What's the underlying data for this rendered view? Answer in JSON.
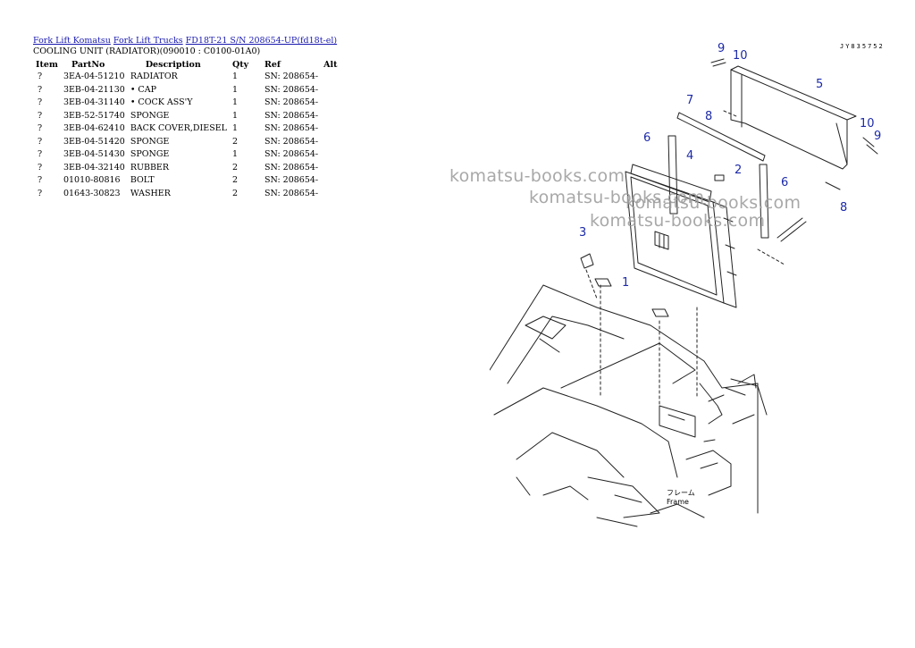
{
  "breadcrumbs": [
    {
      "label": "Fork Lift Komatsu"
    },
    {
      "label": "Fork Lift Trucks"
    },
    {
      "label": "FD18T-21 S/N 208654-UP(fd18t-el)"
    }
  ],
  "subtitle": "COOLING UNIT (RADIATOR)(090010 : C0100-01A0)",
  "table": {
    "headers": [
      "Item",
      "PartNo",
      "Description",
      "Qty",
      "Ref",
      "Alt"
    ],
    "rows": [
      {
        "item": "?",
        "part": "3EA-04-51210",
        "desc": "RADIATOR",
        "qty": "1",
        "ref": "SN: 208654-",
        "alt": ""
      },
      {
        "item": "?",
        "part": "3EB-04-21130",
        "desc": "• CAP",
        "qty": "1",
        "ref": "SN: 208654-",
        "alt": ""
      },
      {
        "item": "?",
        "part": "3EB-04-31140",
        "desc": "• COCK ASS'Y",
        "qty": "1",
        "ref": "SN: 208654-",
        "alt": ""
      },
      {
        "item": "?",
        "part": "3EB-52-51740",
        "desc": "SPONGE",
        "qty": "1",
        "ref": "SN: 208654-",
        "alt": ""
      },
      {
        "item": "?",
        "part": "3EB-04-62410",
        "desc": "BACK COVER,DIESEL",
        "qty": "1",
        "ref": "SN: 208654-",
        "alt": ""
      },
      {
        "item": "?",
        "part": "3EB-04-51420",
        "desc": "SPONGE",
        "qty": "2",
        "ref": "SN: 208654-",
        "alt": ""
      },
      {
        "item": "?",
        "part": "3EB-04-51430",
        "desc": "SPONGE",
        "qty": "1",
        "ref": "SN: 208654-",
        "alt": ""
      },
      {
        "item": "?",
        "part": "3EB-04-32140",
        "desc": "RUBBER",
        "qty": "2",
        "ref": "SN: 208654-",
        "alt": ""
      },
      {
        "item": "?",
        "part": "01010-80816",
        "desc": "BOLT",
        "qty": "2",
        "ref": "SN: 208654-",
        "alt": ""
      },
      {
        "item": "?",
        "part": "01643-30823",
        "desc": "WASHER",
        "qty": "2",
        "ref": "SN: 208654-",
        "alt": ""
      }
    ]
  },
  "diagram": {
    "code": "JY835752",
    "frame_label_1": "フレーム",
    "frame_label_2": "Frame",
    "callouts": [
      "9",
      "10",
      "5",
      "7",
      "8",
      "10",
      "9",
      "6",
      "4",
      "2",
      "6",
      "8",
      "3",
      "1"
    ],
    "callout_color": "#1c2aa8",
    "line_color": "#222222"
  },
  "watermark": {
    "text": "komatsu-books.com",
    "color": "#9a9a9a"
  }
}
